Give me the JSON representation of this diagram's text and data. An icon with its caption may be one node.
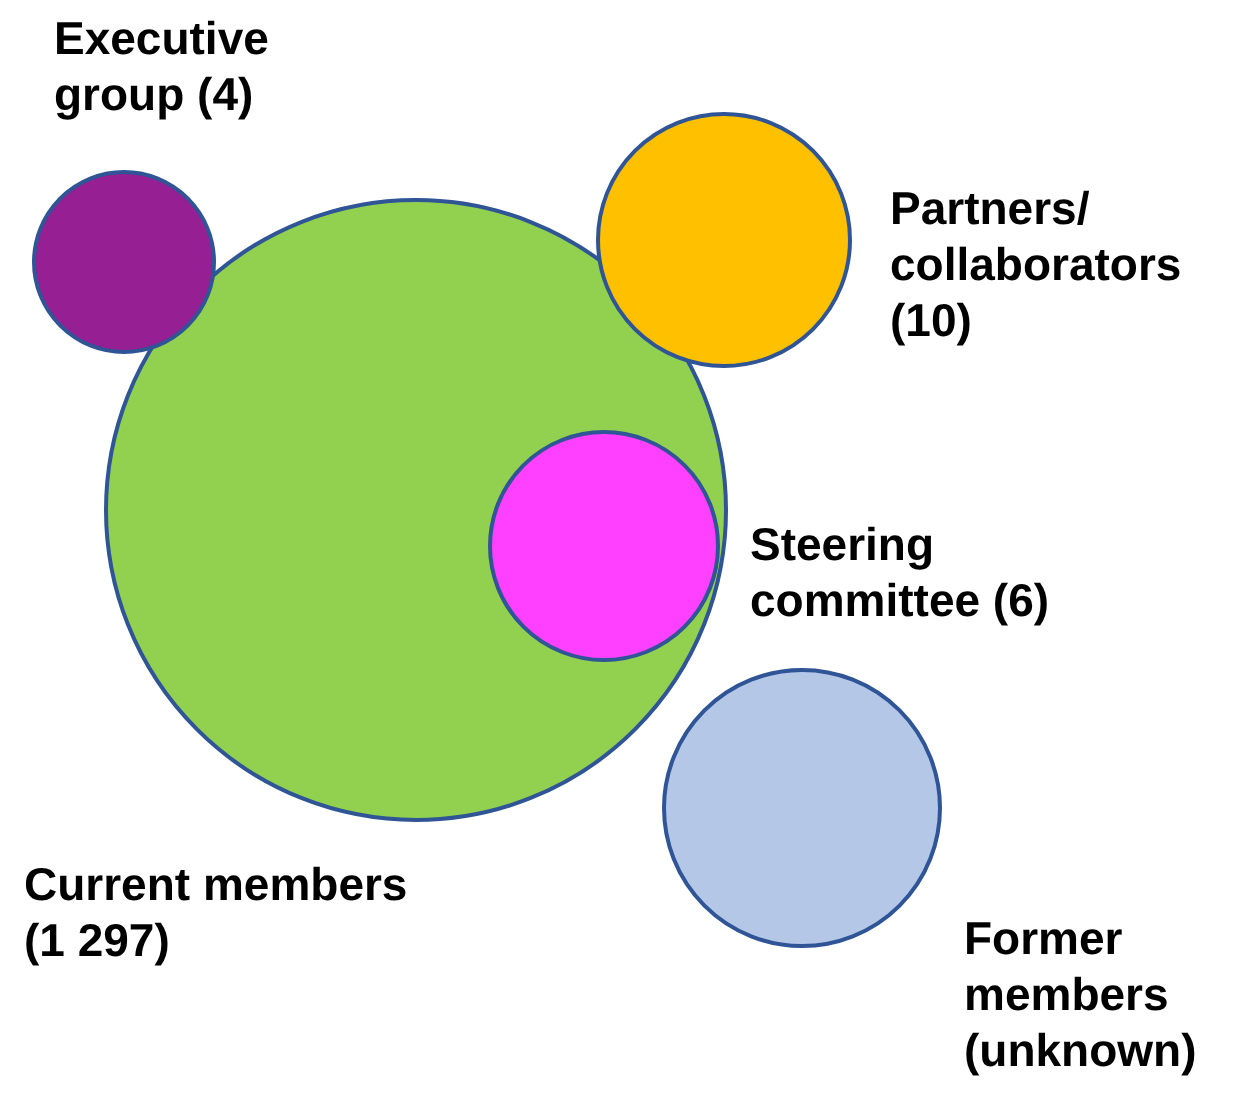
{
  "diagram": {
    "nodes": [
      {
        "text": [
          "Executive group (4)"
        ]
      },
      {
        "text": [
          "Current members (1 297)"
        ]
      },
      {
        "text": [
          "Partners/ collaborators (10)"
        ]
      },
      {
        "text": [
          "Steering committee (6)"
        ],
        "in": 1
      },
      {
        "text": [
          "Former members (unknown)"
        ]
      }
    ]
  }
}
